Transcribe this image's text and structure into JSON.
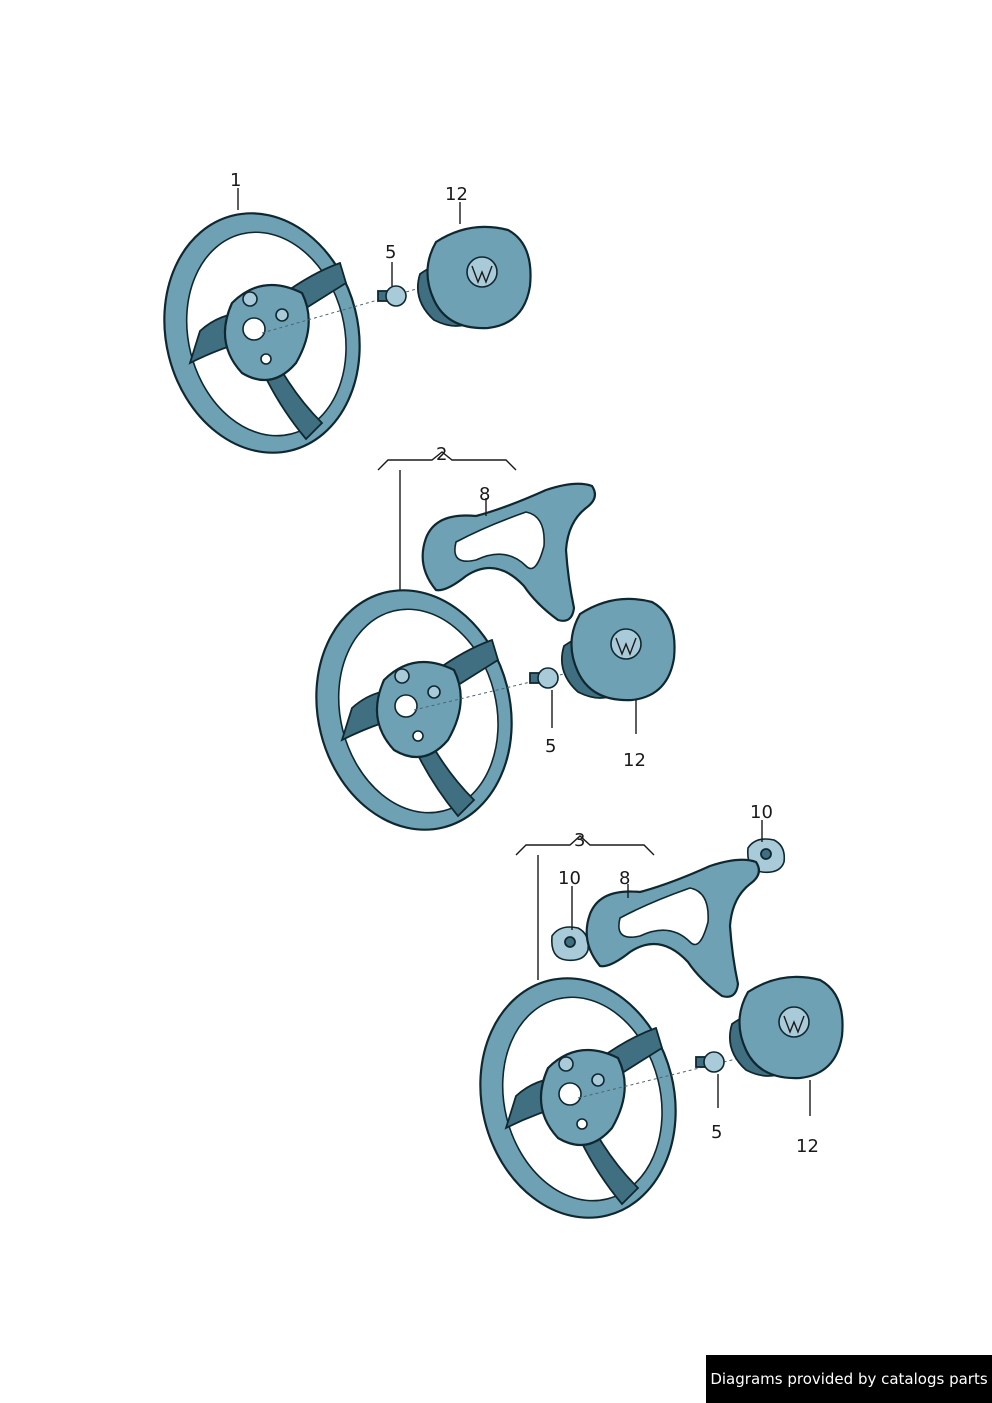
{
  "callouts": {
    "g1_wheel": "1",
    "g1_bolt": "5",
    "g1_airbag": "12",
    "g2_assembly": "2",
    "g2_trim": "8",
    "g2_bolt": "5",
    "g2_airbag": "12",
    "g3_assembly": "3",
    "g3_cap_left": "10",
    "g3_trim": "8",
    "g3_cap_right": "10",
    "g3_bolt": "5",
    "g3_airbag": "12"
  },
  "footer": {
    "credit": "Diagrams provided by catalogs parts"
  },
  "colors": {
    "part_fill": "#6fa1b5",
    "part_shadow": "#3f6f80",
    "part_highlight": "#a9cad8",
    "outline": "#0f2830",
    "footer_bg": "#000000",
    "footer_text": "#ffffff"
  }
}
